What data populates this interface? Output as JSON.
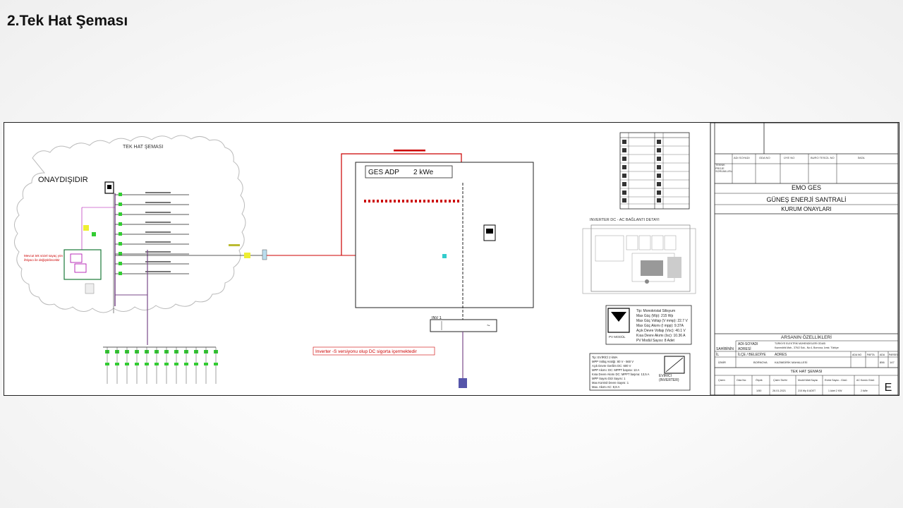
{
  "slide": {
    "title": "2.Tek Hat Şeması"
  },
  "diagram": {
    "section_title": "TEK HAT ŞEMASI",
    "approval_stamp": "ONAYDIŞIDIR",
    "ges_box_label": "GES ADP",
    "ges_box_power": "2 kWe",
    "note_red_left": "Mevcut tek sözel sayaç yön ihtiyacı ile değiştirilecektir",
    "inverter_note": "Inverter -S versiyonu olup DC sigorta içermektedir",
    "inverter_label": "INV 1",
    "connection_detail_title": "INVERTER DC - AC BAĞLANTI DETAYI",
    "pv_spec_box": {
      "icon_label": "PV MODÜL",
      "lines": [
        "Tip: Monokristal Silisyum",
        "Max Güç (Wp): 215 Wp",
        "Max Güç Voltajı (V mmp): 22.7 V",
        "Max Güç Akımı (I mpp): 9.37A",
        "Açık Devre Voltajı (Voc): 40.1 V",
        "Kısa Devre Akımı (Isc): 10.36 A",
        "PV Modül Sayısı: 8 Adet"
      ]
    },
    "inverter_spec_box": {
      "icon_label": "EVİRİCİ (INVERTER)",
      "lines": [
        "Tip: EVİRİCİ 2 kWA",
        "MPP Voltaj Aralığı: 80 V - 560 V",
        "Açık Devre Gerilim DC: 600 V",
        "MPP Akımı: DC: MPPT başına: 13 A",
        "Kısa Devre Akımı DC: MPPT başına: 13,5 A",
        "MPP Sayısı Dizi Sayısı: 1",
        "Max Kontrol Devre Sayısı: 1",
        "Max. Akımı AC: 8,8 A"
      ]
    }
  },
  "title_block": {
    "header_labels": [
      "ADI SOYADI",
      "ODA NO",
      "ÜYE NO",
      "BURO TESCİL NO",
      "İMZA"
    ],
    "left_labels": "TEKNİK PROJE SORUMLUSU",
    "project_name_1": "EMO GES",
    "project_name_2": "GÜNEŞ ENERJİ SANTRALİ",
    "approvals": "KURUM ONAYLARI",
    "land_features": "ARSANIN ÖZELLİKLERİ",
    "owner_label": "SAHİBİNİN",
    "owner_name_label": "ADI-SOYADI",
    "owner_address_label": "ADRESİ",
    "owner_org": "TÜRKİYE ELEKTRİK MÜHENDİSLERİ ODASI",
    "owner_address": "Kazımdirik Mah., 376/2 Sok., No:4, Bornova, İzmir, Türkiye",
    "location_labels": [
      "İL",
      "İLÇE / BELEDİYE",
      "ADRES"
    ],
    "location_values": [
      "İZMİR",
      "BORNOVA",
      "KAZIMDİRİK MAHALLESİ"
    ],
    "parcel_labels": [
      "ADA NO",
      "PAFTA",
      "ADA",
      "PARSEL"
    ],
    "parcel_values": [
      "",
      "",
      "856",
      "147"
    ],
    "drawing_title": "TEK HAT ŞEMASI",
    "table_headers": [
      "Çizen",
      "Oda No:",
      "Ölçek",
      "Çizim Tarihi",
      "Modül Watt Sayısı",
      "Evirici Sayısı - Gücü",
      "AC Kurulu Gücü"
    ],
    "table_values": [
      "",
      "",
      "1/50",
      "26.01.2021",
      "215 Wp 8 ADET",
      "1 Adet 2 KW",
      "2 kWe"
    ],
    "sheet_letter": "E"
  }
}
